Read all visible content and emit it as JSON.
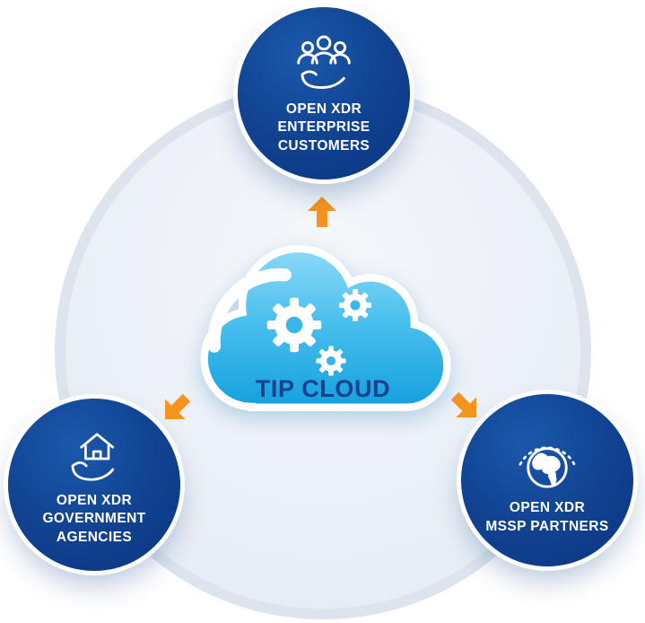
{
  "center": {
    "label": "TIP CLOUD",
    "icon": "gears-icon"
  },
  "nodes": {
    "top": {
      "lines": [
        "OPEN XDR",
        "ENTERPRISE",
        "CUSTOMERS"
      ],
      "icon": "team-hand-icon"
    },
    "left": {
      "lines": [
        "OPEN XDR",
        "GOVERNMENT",
        "AGENCIES"
      ],
      "icon": "house-hand-icon"
    },
    "right": {
      "lines": [
        "OPEN XDR",
        "MSSP PARTNERS"
      ],
      "icon": "globe-gauge-icon"
    }
  },
  "arrows": [
    {
      "direction": "up",
      "icon": "arrow-up-icon"
    },
    {
      "direction": "down-left",
      "icon": "arrow-down-left-icon"
    },
    {
      "direction": "down-right",
      "icon": "arrow-down-right-icon"
    }
  ],
  "colors": {
    "node_blue_dark": "#0b3582",
    "node_blue_light": "#1b58ac",
    "cloud_top": "#86d7f6",
    "cloud_bottom": "#14a0de",
    "arrow_orange": "#f7941d",
    "center_label_navy": "#17408f",
    "background_circle": "#e7edf5"
  }
}
